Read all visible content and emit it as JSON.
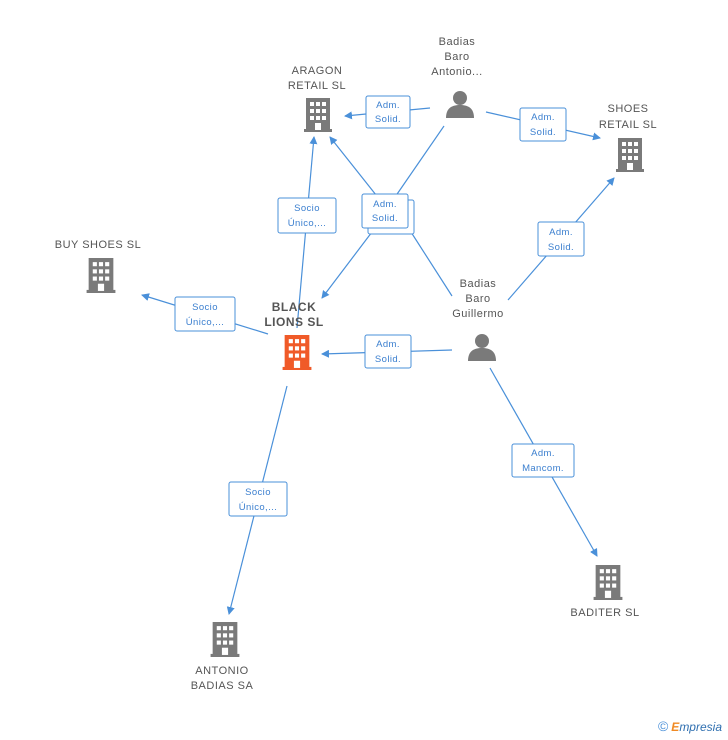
{
  "colors": {
    "edge": "#4a90d9",
    "building": "#7a7a7a",
    "building_main": "#f05a28",
    "person": "#7a7a7a"
  },
  "nodes": {
    "aragon": {
      "lines": [
        "ARAGON",
        "RETAIL SL"
      ],
      "icon": "building-icon"
    },
    "shoes": {
      "lines": [
        "SHOES",
        "RETAIL SL"
      ],
      "icon": "building-icon"
    },
    "buy": {
      "lines": [
        "BUY SHOES  SL"
      ],
      "icon": "building-icon"
    },
    "black": {
      "lines": [
        "BLACK",
        "LIONS SL"
      ],
      "icon": "building-icon",
      "main": true
    },
    "antonio_sa": {
      "lines": [
        "ANTONIO",
        "BADIAS SA"
      ],
      "icon": "building-icon"
    },
    "baditer": {
      "lines": [
        "BADITER SL"
      ],
      "icon": "building-icon"
    },
    "p_antonio": {
      "lines": [
        "Badias",
        "Baro",
        "Antonio..."
      ],
      "icon": "person-icon"
    },
    "p_guillermo": {
      "lines": [
        "Badias",
        "Baro",
        "Guillermo"
      ],
      "icon": "person-icon"
    }
  },
  "relations": {
    "r1": [
      "Adm.",
      "Solid."
    ],
    "r2": [
      "Adm.",
      "Solid."
    ],
    "r3": [
      "Socio",
      "Único,..."
    ],
    "r4": [
      "Adm.",
      "Solid."
    ],
    "r5": [
      "Adm.",
      "Solid."
    ],
    "r6": [
      "Socio",
      "Único,..."
    ],
    "r7": [
      "Adm.",
      "Solid."
    ],
    "r8": [
      "Adm.",
      "Mancom."
    ],
    "r9": [
      "Socio",
      "Único,..."
    ]
  },
  "footer": {
    "copyright": "©",
    "brand_first": "E",
    "brand_rest": "mpresia"
  }
}
